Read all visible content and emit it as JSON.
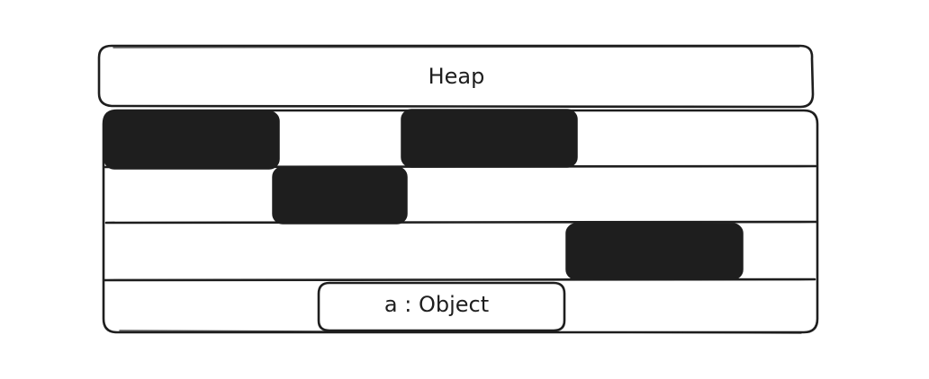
{
  "diagram": {
    "heap_label": "Heap",
    "object_label": "a : Object",
    "colors": {
      "stroke": "#1e1e1e",
      "block_fill": "#1e1e1e",
      "background": "#ffffff"
    },
    "rows": [
      {
        "blocks": 2
      },
      {
        "blocks": 1
      },
      {
        "blocks": 1
      },
      {
        "blocks": 0,
        "object_box": true
      }
    ]
  }
}
